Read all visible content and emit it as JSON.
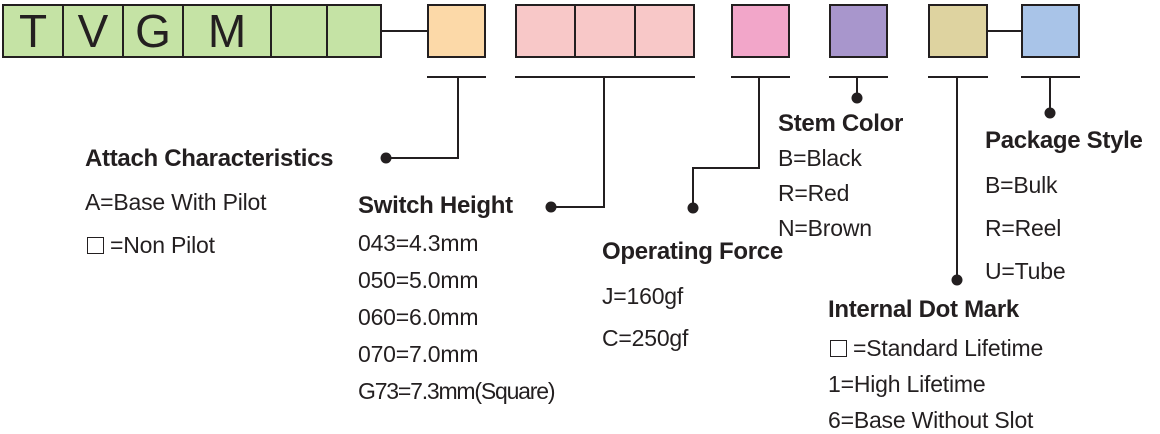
{
  "code_letters": [
    "T",
    "V",
    "G",
    "M"
  ],
  "colors": {
    "prefix": "#c5e3a5",
    "attach": "#fcd9a8",
    "height": "#f8c8c8",
    "force": "#f2a6c9",
    "stem": "#a896cc",
    "dot": "#ded3a0",
    "package": "#a9c4e8",
    "line": "#231f20"
  },
  "attach": {
    "title": "Attach Characteristics",
    "options": [
      "A=Base With Pilot",
      "=Non Pilot"
    ]
  },
  "height": {
    "title": "Switch Height",
    "options": [
      "043=4.3mm",
      "050=5.0mm",
      "060=6.0mm",
      "070=7.0mm",
      "G73=7.3mm(Square)"
    ]
  },
  "force": {
    "title": "Operating Force",
    "options": [
      "J=160gf",
      "C=250gf"
    ]
  },
  "stem": {
    "title": "Stem Color",
    "options": [
      "B=Black",
      "R=Red",
      "N=Brown"
    ]
  },
  "dot": {
    "title": "Internal Dot Mark",
    "options": [
      "=Standard Lifetime",
      "1=High Lifetime",
      "6=Base Without Slot"
    ]
  },
  "package": {
    "title": "Package Style",
    "options": [
      "B=Bulk",
      "R=Reel",
      "U=Tube"
    ]
  }
}
